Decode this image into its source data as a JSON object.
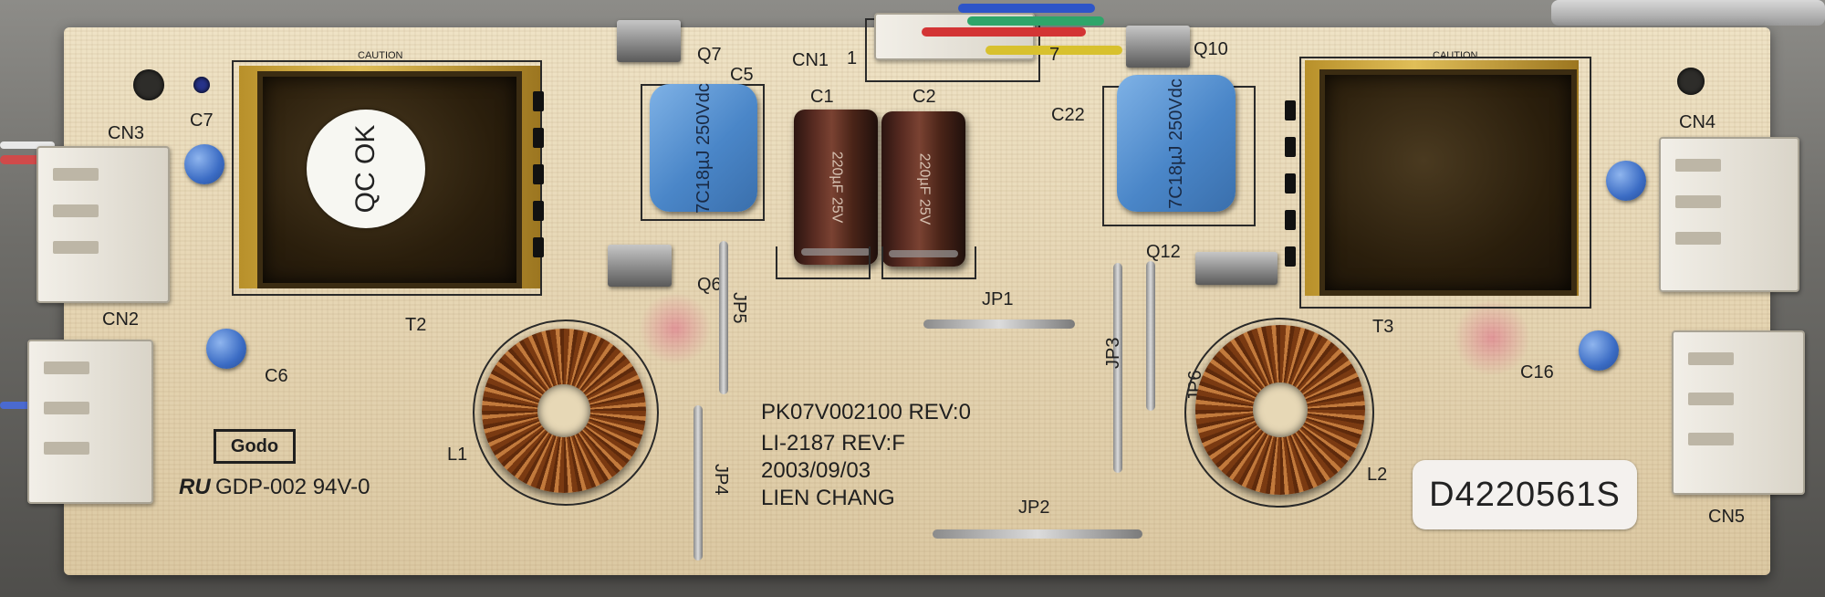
{
  "board": {
    "part_number": "PK07V002100 REV:0",
    "model": "LI-2187  REV:F",
    "date": "2003/09/03",
    "maker": "LIEN CHANG",
    "rating": "GDP-002 94V-0",
    "logo_text": "Godo",
    "ul_mark": "RU",
    "serial": "D4220561S",
    "qc_sticker": "QC OK",
    "caution": "CAUTION"
  },
  "designators": {
    "cn1": "CN1",
    "cn1_pin1": "1",
    "cn1_pin7": "7",
    "cn2": "CN2",
    "cn3": "CN3",
    "cn4": "CN4",
    "cn5": "CN5",
    "c1": "C1",
    "c2": "C2",
    "c5": "C5",
    "c6": "C6",
    "c7": "C7",
    "c16": "C16",
    "c22": "C22",
    "q6": "Q6",
    "q7": "Q7",
    "q10": "Q10",
    "q12": "Q12",
    "t2": "T2",
    "t3": "T3",
    "l1": "L1",
    "l2": "L2",
    "jp1": "JP1",
    "jp2": "JP2",
    "jp3": "JP3",
    "jp4": "JP4",
    "jp5": "JP5",
    "jp6": "JP6"
  },
  "components": {
    "c5_marking": "7C18µJ 250Vdc",
    "c22_marking": "7C18µJ 250Vdc",
    "c1_marking": "220µF 25V",
    "c2_marking": "220µF 25V"
  }
}
